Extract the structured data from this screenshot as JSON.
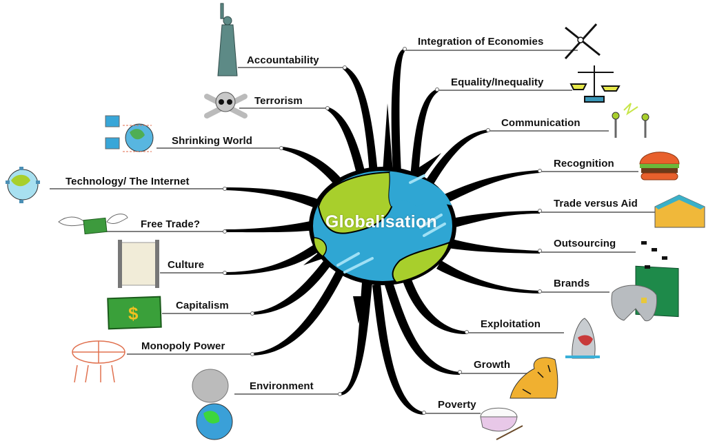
{
  "diagram": {
    "type": "mind-map",
    "center": {
      "label": "Globalisation",
      "icon": "earth-globe-icon"
    },
    "colors": {
      "land": "#a8cf2c",
      "ocean": "#2fa6d3",
      "ocean_highlight": "#9fe0f5",
      "branch": "#000000",
      "connector": "#555555",
      "label_text": "#111111",
      "center_text": "#ffffff"
    },
    "left_branches": [
      {
        "label": "Accountability",
        "icon": "statue-of-liberty-icon"
      },
      {
        "label": "Terrorism",
        "icon": "skull-crossbones-icon"
      },
      {
        "label": "Shrinking World",
        "icon": "networked-computers-globe-icon"
      },
      {
        "label": "Technology/ The Internet",
        "icon": "internet-globe-icon"
      },
      {
        "label": "Free Trade?",
        "icon": "flying-money-icon"
      },
      {
        "label": "Culture",
        "icon": "scroll-icon"
      },
      {
        "label": "Capitalism",
        "icon": "dollar-bill-icon"
      },
      {
        "label": "Monopoly Power",
        "icon": "people-holding-globe-icon"
      },
      {
        "label": "Environment",
        "icon": "polluted-earth-icon"
      }
    ],
    "right_branches": [
      {
        "label": "Integration of Economies",
        "icon": "compass-icon"
      },
      {
        "label": "Equality/Inequality",
        "icon": "balance-scale-icon"
      },
      {
        "label": "Communication",
        "icon": "radio-towers-icon"
      },
      {
        "label": "Recognition",
        "icon": "hamburger-icon"
      },
      {
        "label": "Trade versus Aid",
        "icon": "warehouse-icon"
      },
      {
        "label": "Outsourcing",
        "icon": "circuit-board-icon"
      },
      {
        "label": "Brands",
        "icon": "game-controller-icon"
      },
      {
        "label": "Exploitation",
        "icon": "shark-icon"
      },
      {
        "label": "Growth",
        "icon": "tiger-icon"
      },
      {
        "label": "Poverty",
        "icon": "rice-bowl-icon"
      }
    ]
  }
}
